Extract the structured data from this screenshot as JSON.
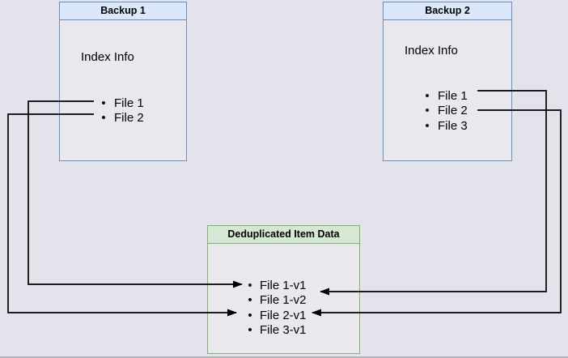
{
  "diagram": {
    "bullet": "•",
    "backup1": {
      "title": "Backup 1",
      "section_label": "Index Info",
      "files": [
        "File 1",
        "File 2"
      ]
    },
    "backup2": {
      "title": "Backup 2",
      "section_label": "Index Info",
      "files": [
        "File 1",
        "File 2",
        "File 3"
      ]
    },
    "dedup": {
      "title": "Deduplicated Item Data",
      "items": [
        "File 1-v1",
        "File 1-v2",
        "File 2-v1",
        "File 3-v1"
      ]
    },
    "edges": [
      {
        "from": "Backup 1 / File 1",
        "to": "Deduplicated Item Data / File 1-v1"
      },
      {
        "from": "Backup 1 / File 2",
        "to": "Deduplicated Item Data / File 2-v1"
      },
      {
        "from": "Backup 2 / File 1",
        "to": "Deduplicated Item Data / File 1-v2"
      },
      {
        "from": "Backup 2 / File 2",
        "to": "Deduplicated Item Data / File 2-v1"
      }
    ],
    "colors": {
      "background": "#e4e3ec",
      "blue_border": "#6c8ebf",
      "blue_fill": "#dae8fc",
      "green_border": "#82b366",
      "green_fill": "#d5e8d4",
      "connector": "#000000"
    }
  }
}
